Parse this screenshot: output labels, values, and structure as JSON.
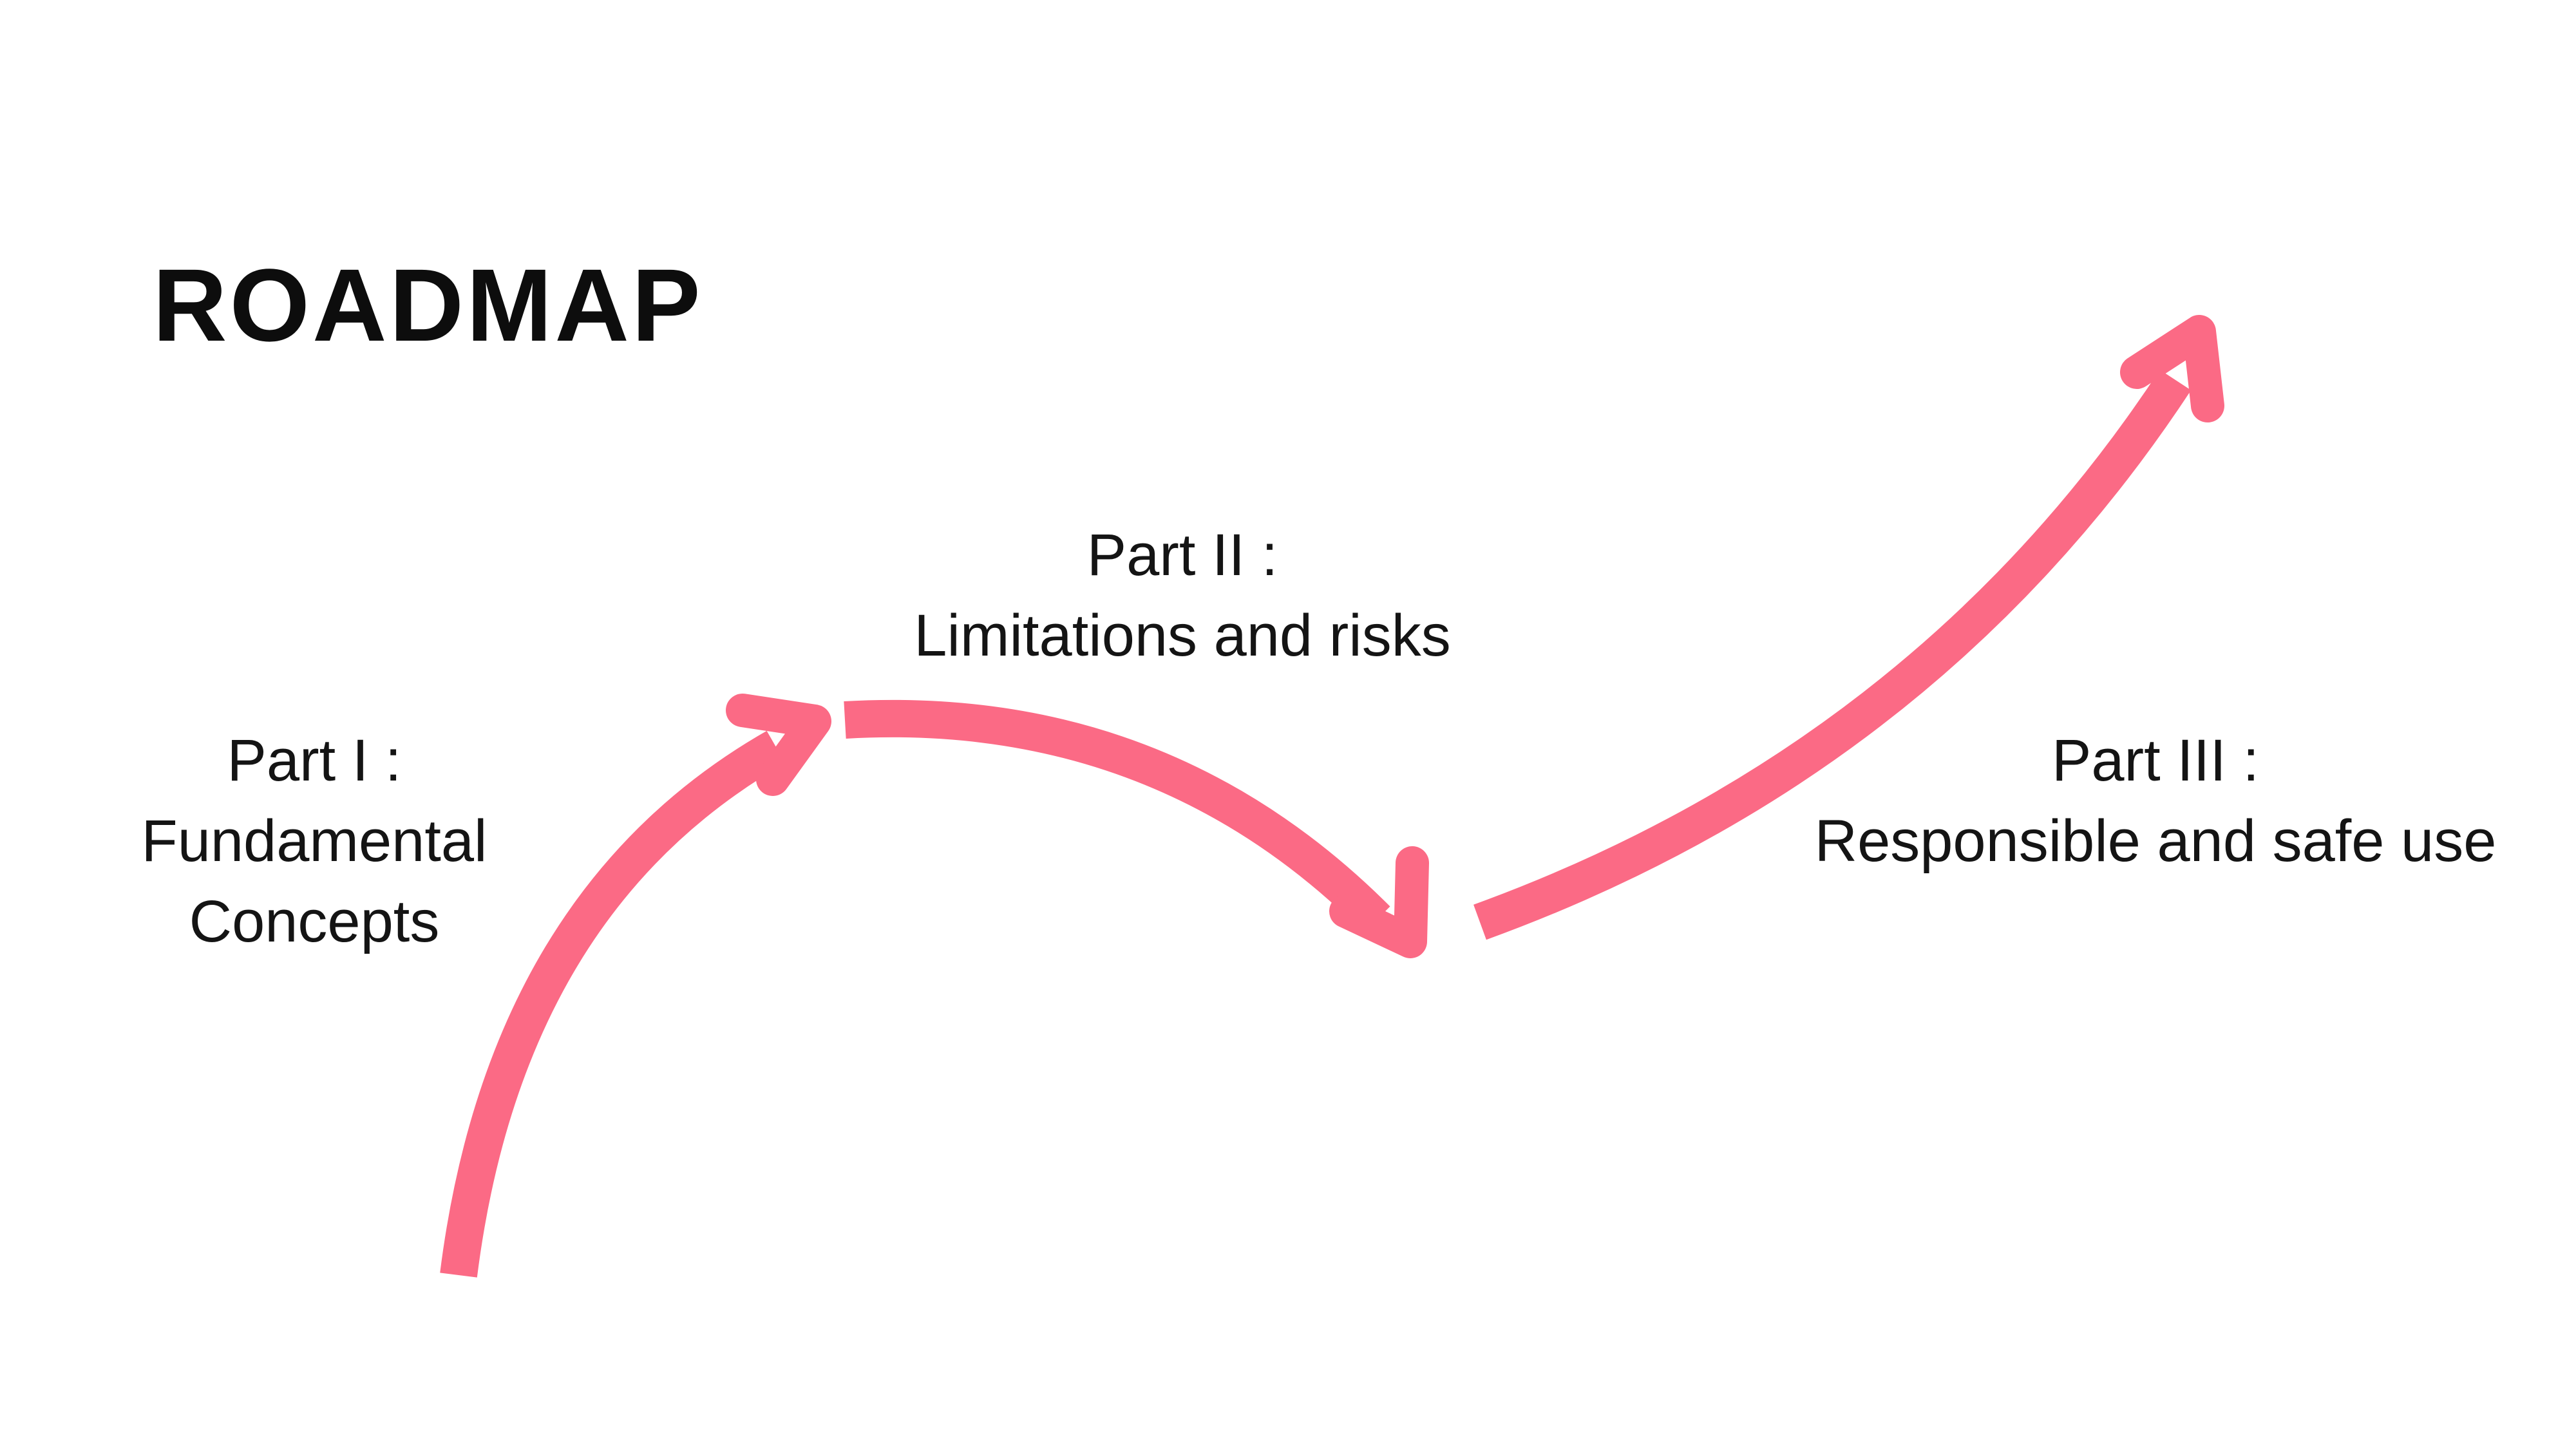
{
  "slide": {
    "title": "ROADMAP"
  },
  "colors": {
    "background": "#ffffff",
    "title_text": "#0d0d0d",
    "body_text": "#141414",
    "arrow_pink": "#FB6A85"
  },
  "parts": [
    {
      "lines": [
        "Part I :",
        "Fundamental",
        "Concepts"
      ]
    },
    {
      "lines": [
        "Part II :",
        "Limitations and risks"
      ]
    },
    {
      "lines": [
        "Part III :",
        "Responsible and safe use"
      ]
    }
  ]
}
